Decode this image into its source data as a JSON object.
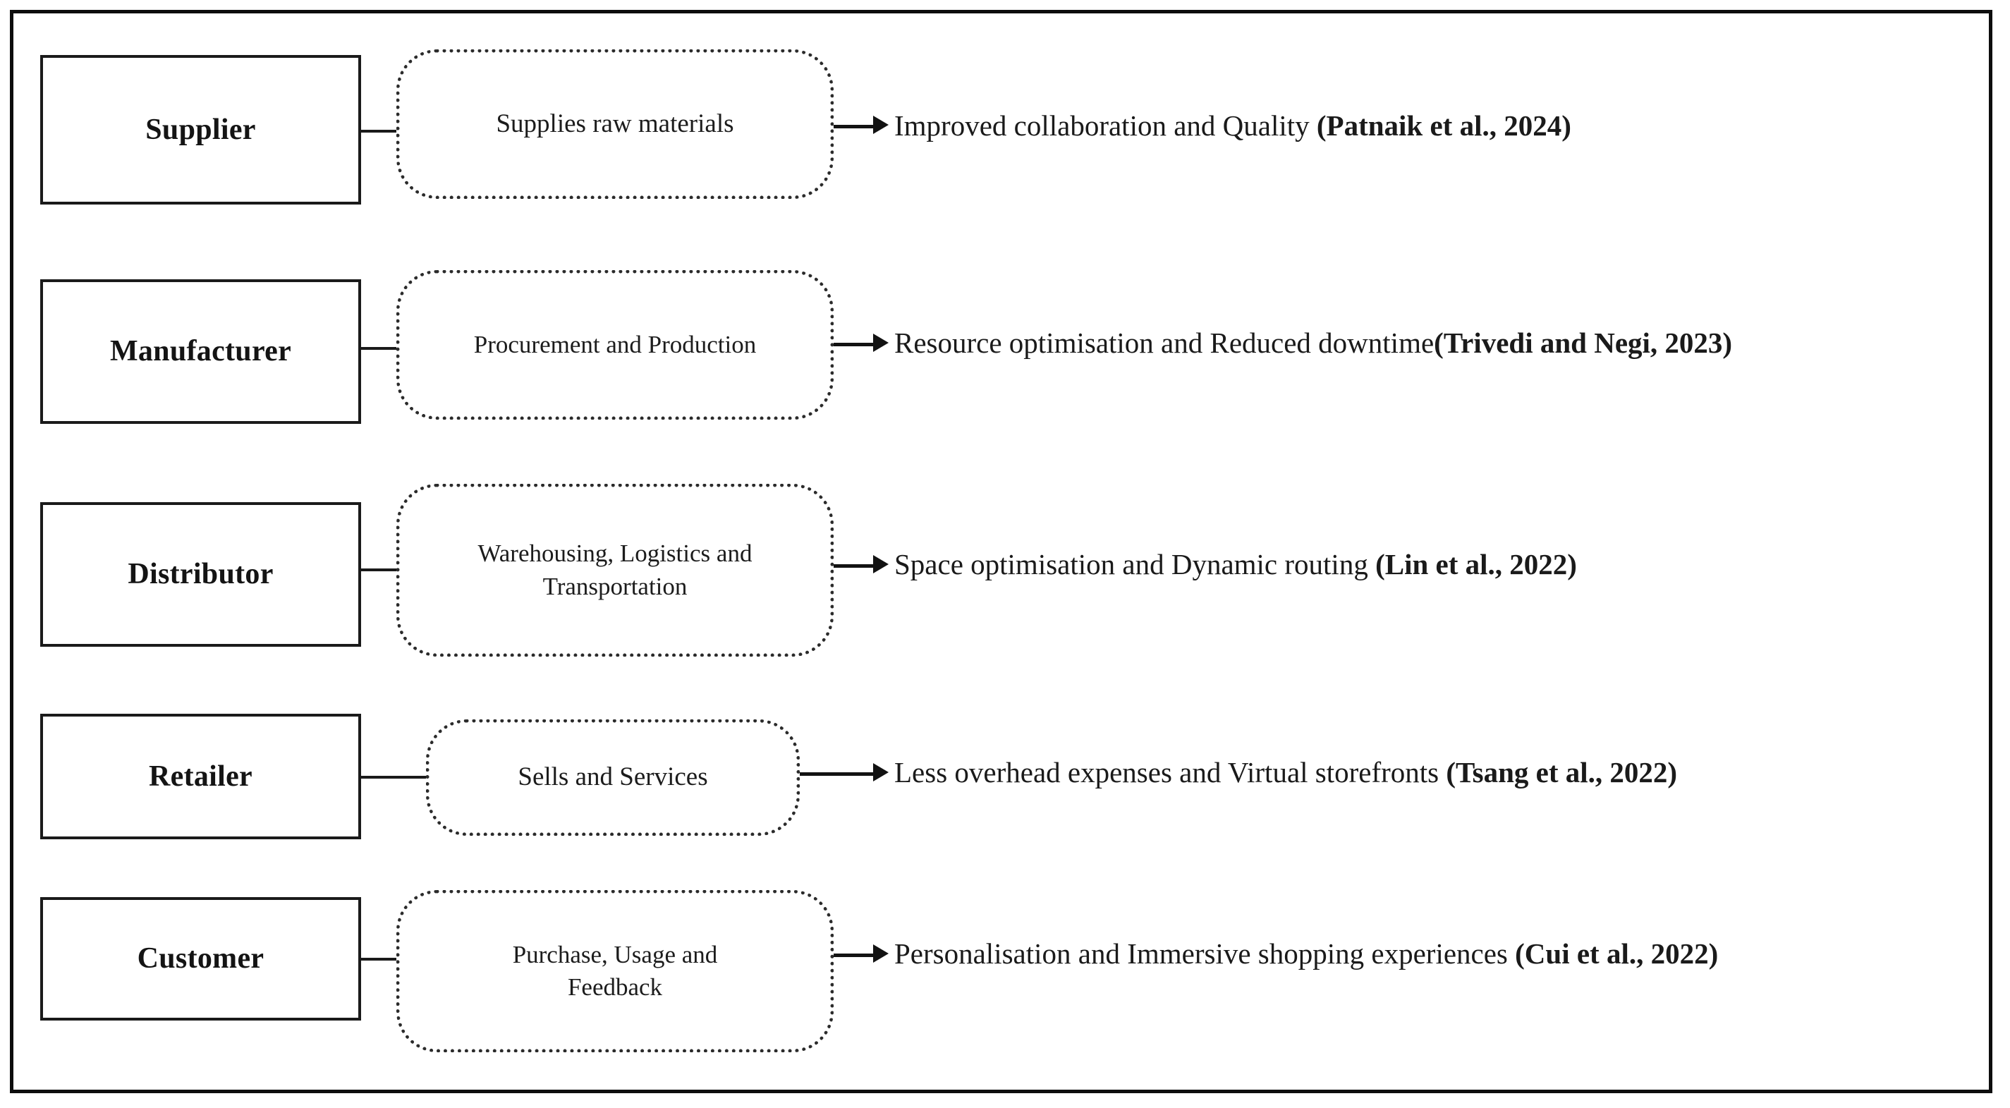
{
  "figure": {
    "kind": "supply-chain-stakeholder-benefits-diagram",
    "frame_color": "#0d0d0d",
    "background_color": "#ffffff",
    "text_color": "#1a1a1a",
    "role_box_border_color": "#1a1a1a",
    "activity_box_border_color": "#2b2b2b",
    "activity_box_border_style": "dotted",
    "arrow_color": "#121212"
  },
  "rows": [
    {
      "role": "Supplier",
      "activity": "Supplies raw materials",
      "activity_line1": "Supplies raw materials",
      "activity_line2": "",
      "benefit": "Improved collaboration and Quality",
      "citation": "(Patnaik et al., 2024)",
      "connector_icon": "horizontal-line-connector",
      "arrow_icon": "right-arrow-icon"
    },
    {
      "role": "Manufacturer",
      "activity": "Procurement and Production",
      "activity_line1": "Procurement and Production",
      "activity_line2": "",
      "benefit": "Resource optimisation and Reduced downtime",
      "citation": "(Trivedi and Negi, 2023)",
      "connector_icon": "horizontal-line-connector",
      "arrow_icon": "right-arrow-icon"
    },
    {
      "role": "Distributor",
      "activity": "Warehousing, Logistics and Transportation",
      "activity_line1": "Warehousing, Logistics and",
      "activity_line2": "Transportation",
      "benefit": "Space optimisation and Dynamic routing",
      "citation": "(Lin et al., 2022)",
      "connector_icon": "horizontal-line-connector",
      "arrow_icon": "right-arrow-icon"
    },
    {
      "role": "Retailer",
      "activity": "Sells and Services",
      "activity_line1": "Sells and Services",
      "activity_line2": "",
      "benefit": "Less overhead expenses and Virtual storefronts",
      "citation": "(Tsang et al., 2022)",
      "connector_icon": "horizontal-line-connector",
      "arrow_icon": "right-arrow-icon"
    },
    {
      "role": "Customer",
      "activity": "Purchase, Usage and Feedback",
      "activity_line1": "Purchase, Usage  and",
      "activity_line2": "Feedback",
      "benefit": "Personalisation and Immersive shopping experiences",
      "citation": "(Cui et al., 2022)",
      "connector_icon": "horizontal-line-connector",
      "arrow_icon": "right-arrow-icon"
    }
  ]
}
